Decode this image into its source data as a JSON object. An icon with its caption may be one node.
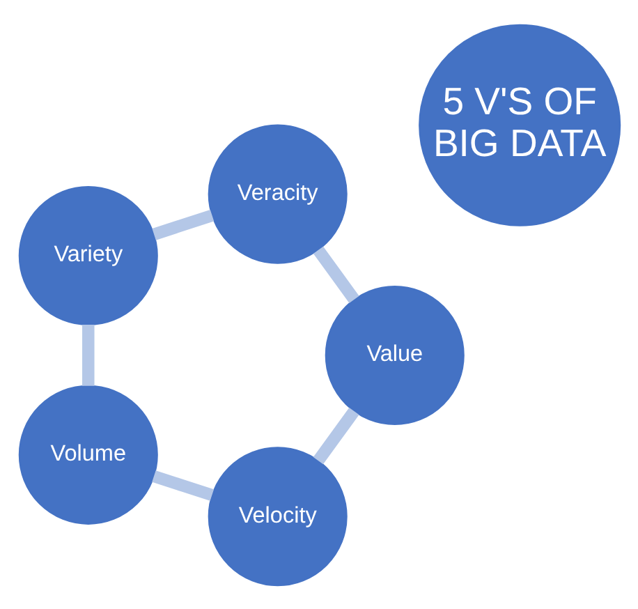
{
  "diagram": {
    "nodes": [
      {
        "text": [
          "5 V'S OF BIG DATA"
        ]
      },
      {
        "text": [
          "Velocity"
        ]
      },
      {
        "text": [
          "Volume"
        ]
      },
      {
        "text": [
          "Variety"
        ]
      },
      {
        "text": [
          "Veracity"
        ]
      },
      {
        "text": [
          "Value"
        ]
      }
    ],
    "edges": [
      {
        "from": 1,
        "to": 2,
        "arrow": "none"
      },
      {
        "from": 2,
        "to": 3,
        "arrow": "none"
      },
      {
        "from": 3,
        "to": 4,
        "arrow": "none"
      },
      {
        "from": 4,
        "to": 5,
        "arrow": "none"
      },
      {
        "from": 5,
        "to": 1,
        "arrow": "none"
      }
    ]
  }
}
